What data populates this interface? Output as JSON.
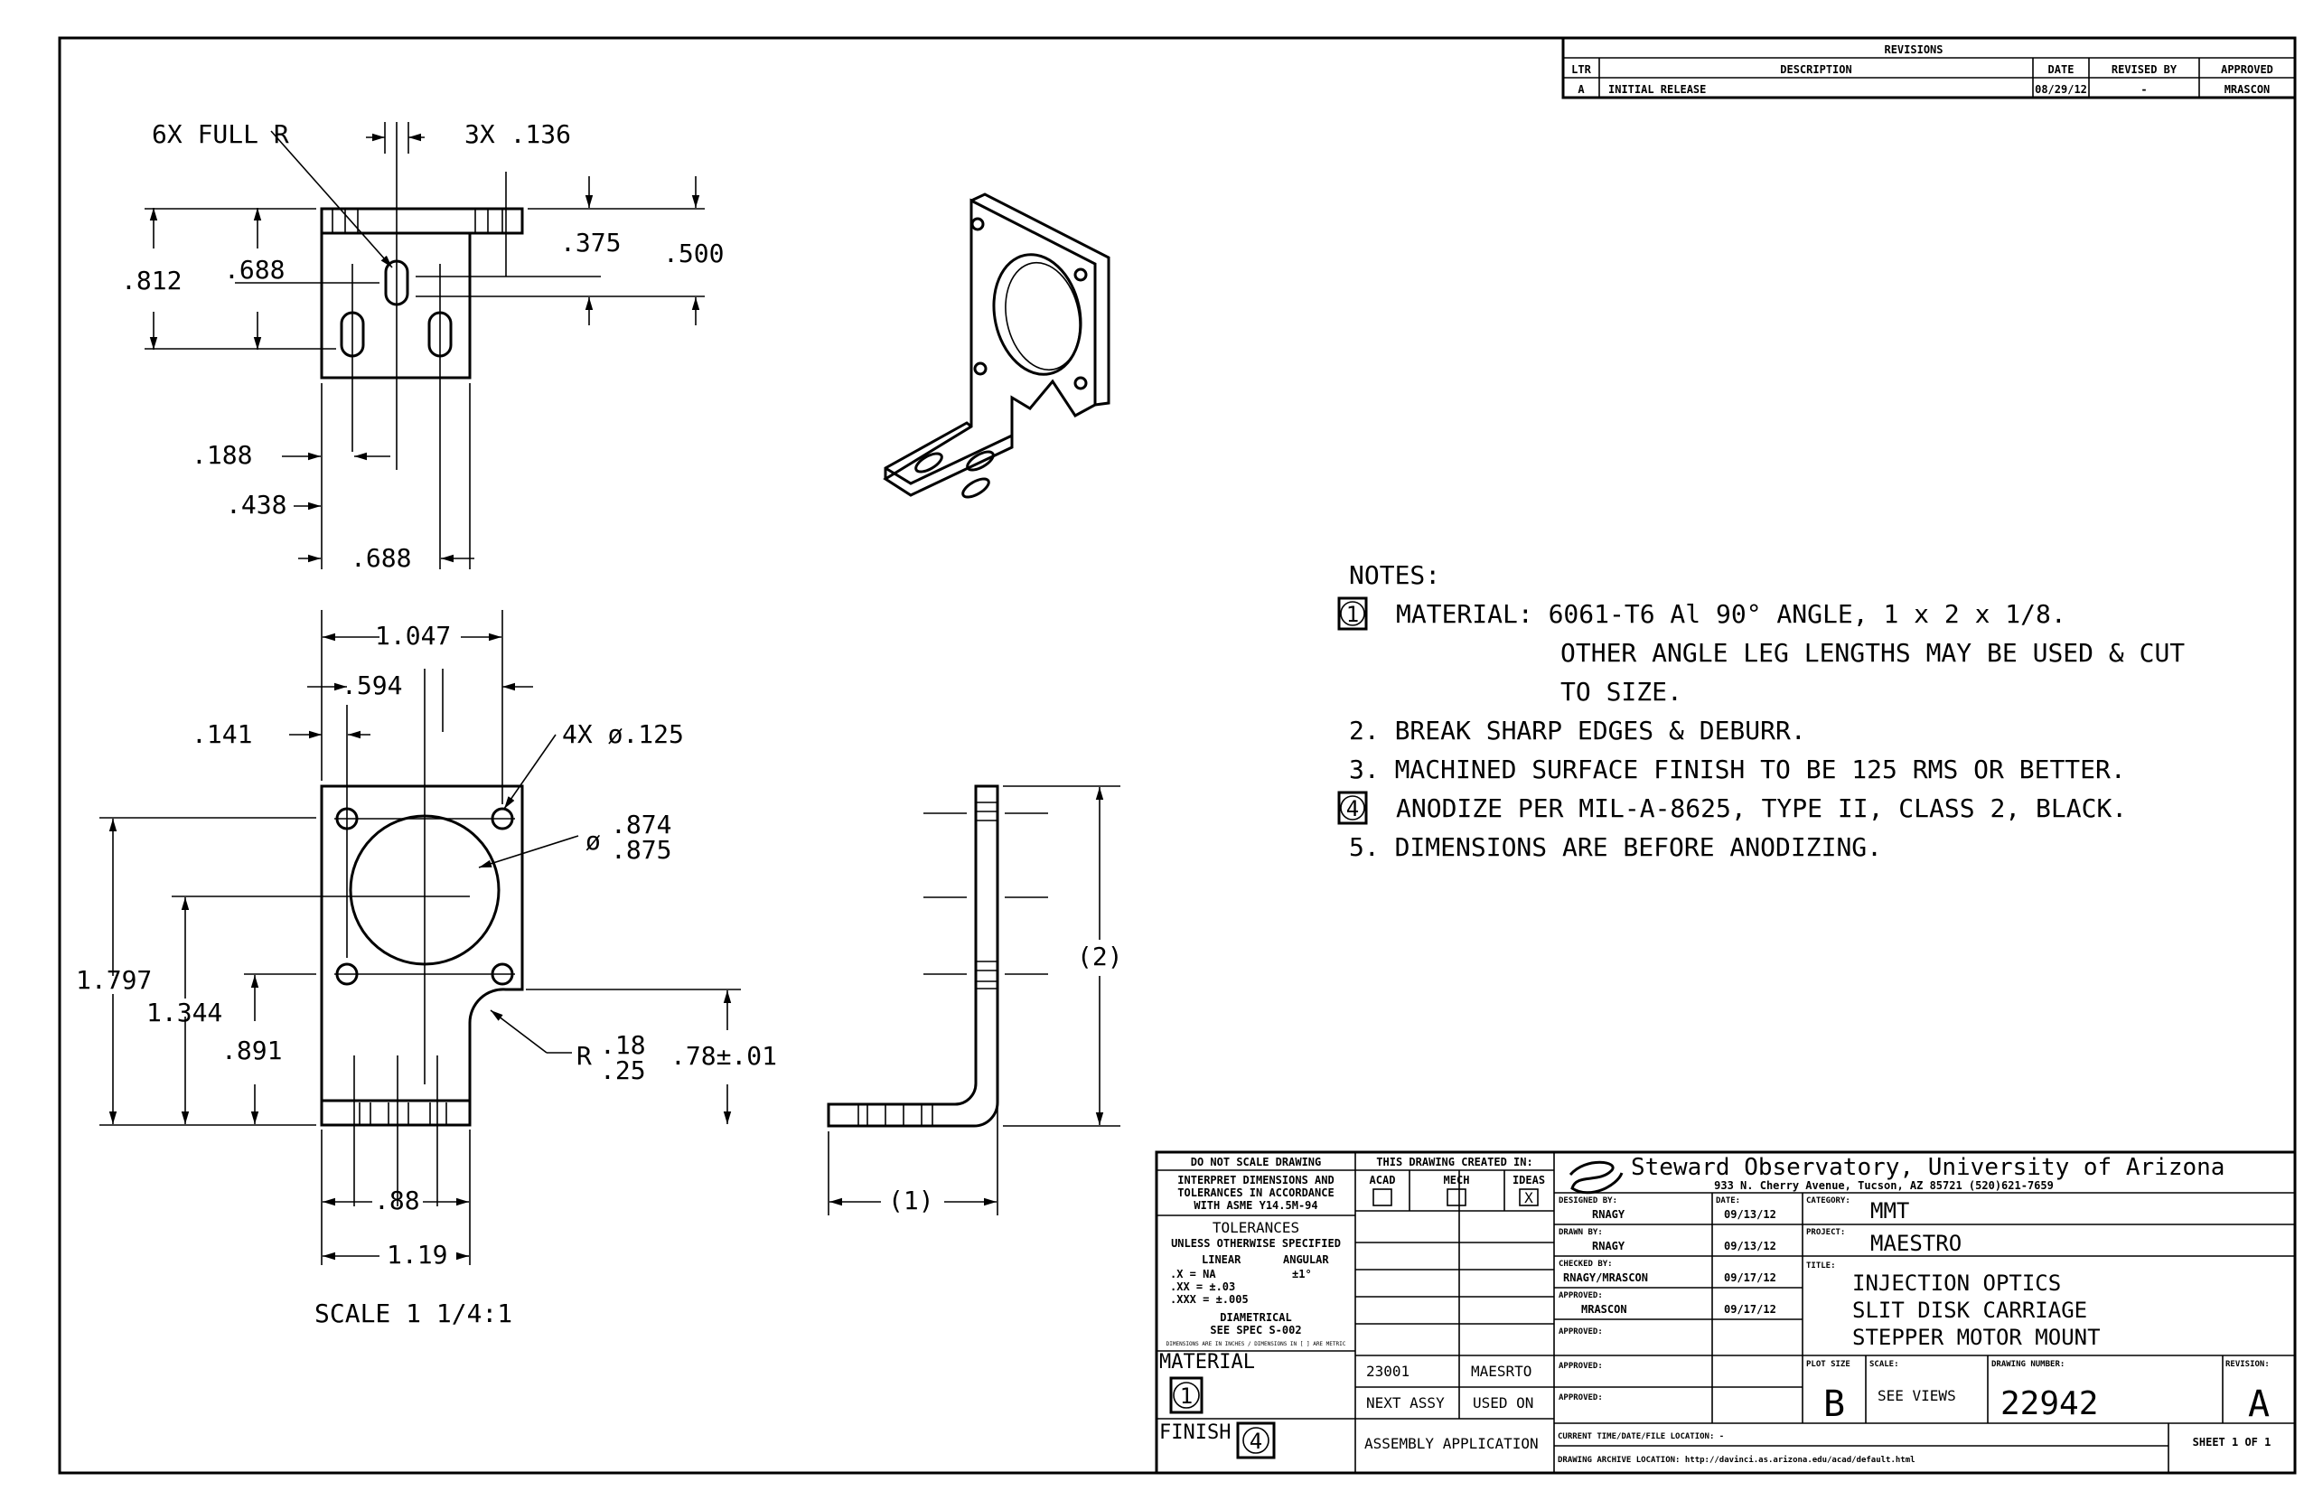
{
  "revisions": {
    "title": "REVISIONS",
    "headers": [
      "LTR",
      "DESCRIPTION",
      "DATE",
      "REVISED BY",
      "APPROVED"
    ],
    "row": [
      "A",
      "INITIAL RELEASE",
      "08/29/12",
      "-",
      "MRASCON"
    ]
  },
  "dims": {
    "full_r": "6X FULL R",
    "slots": "3X .136",
    "d375": ".375",
    "d500": ".500",
    "d812": ".812",
    "d688a": ".688",
    "d188": ".188",
    "d438": ".438",
    "d688b": ".688",
    "w1047": "1.047",
    "d594": ".594",
    "d141": ".141",
    "holes": "4X ø.125",
    "bore": "ø",
    "bore_hi": ".874",
    "bore_lo": ".875",
    "h1797": "1.797",
    "h1344": "1.344",
    "h891": ".891",
    "r_lbl": "R",
    "r_hi": ".18",
    "r_lo": ".25",
    "h78": ".78±.01",
    "w88": ".88",
    "w119": "1.19",
    "scale": "SCALE 1 1/4:1",
    "leg2": "(2)",
    "leg1": "(1)"
  },
  "notes": {
    "heading": "NOTES:",
    "n1a": "MATERIAL: 6061-T6 Al 90° ANGLE, 1 x 2 x 1/8.",
    "n1b": "OTHER ANGLE LEG LENGTHS MAY BE USED & CUT",
    "n1c": "TO SIZE.",
    "n2": "2. BREAK SHARP EDGES & DEBURR.",
    "n3": "3. MACHINED SURFACE FINISH TO BE 125 RMS OR BETTER.",
    "n4": "ANODIZE PER MIL-A-8625, TYPE II, CLASS 2, BLACK.",
    "n5": "5. DIMENSIONS ARE BEFORE ANODIZING.",
    "tag1": "1",
    "tag4": "4"
  },
  "tb": {
    "noscale": "DO NOT SCALE DRAWING",
    "interp1": "INTERPRET DIMENSIONS AND",
    "interp2": "TOLERANCES IN ACCORDANCE",
    "interp3": "WITH ASME Y14.5M-94",
    "tol": "TOLERANCES",
    "unless": "UNLESS OTHERWISE SPECIFIED",
    "linear": "LINEAR",
    "angular": "ANGULAR",
    "tx": ".X = NA",
    "txx": ".XX = ±.03",
    "txxx": ".XXX = ±.005",
    "ang": "±1°",
    "diam": "DIAMETRICAL",
    "spec": "SEE SPEC S-002",
    "tiny": "DIMENSIONS ARE IN INCHES / DIMENSIONS IN [ ] ARE METRIC",
    "material": "MATERIAL",
    "finish": "FINISH",
    "created": "THIS DRAWING CREATED IN:",
    "acad": "ACAD",
    "mech": "MECH",
    "ideas": "IDEAS",
    "check": "X",
    "assy_no": "23001",
    "assy_name": "MAESRTO",
    "next": "NEXT ASSY",
    "used": "USED ON",
    "app": "ASSEMBLY APPLICATION",
    "org": "Steward Observatory, University of Arizona",
    "addr": "933 N. Cherry Avenue, Tucson, AZ  85721   (520)621-7659",
    "designed": "DESIGNED BY:",
    "drawn": "DRAWN BY:",
    "checked": "CHECKED BY:",
    "approved": "APPROVED:",
    "date": "DATE:",
    "des_name": "RNAGY",
    "des_date": "09/13/12",
    "drw_name": "RNAGY",
    "drw_date": "09/13/12",
    "chk_name": "RNAGY/MRASCON",
    "chk_date": "09/17/12",
    "apr_name": "MRASCON",
    "apr_date": "09/17/12",
    "category": "CATEGORY:",
    "category_val": "MMT",
    "project": "PROJECT:",
    "project_val": "MAESTRO",
    "title_lbl": "TITLE:",
    "title1": "INJECTION OPTICS",
    "title2": "SLIT DISK CARRIAGE",
    "title3": "STEPPER MOTOR MOUNT",
    "plot": "PLOT SIZE",
    "plot_val": "B",
    "scale": "SCALE:",
    "scale_val": "SEE VIEWS",
    "dwgno": "DRAWING NUMBER:",
    "dwgno_val": "22942",
    "rev": "REVISION:",
    "rev_val": "A",
    "curr": "CURRENT TIME/DATE/FILE LOCATION: -",
    "archive": "DRAWING ARCHIVE LOCATION: http://davinci.as.arizona.edu/acad/default.html",
    "sheet": "SHEET 1 OF 1"
  }
}
